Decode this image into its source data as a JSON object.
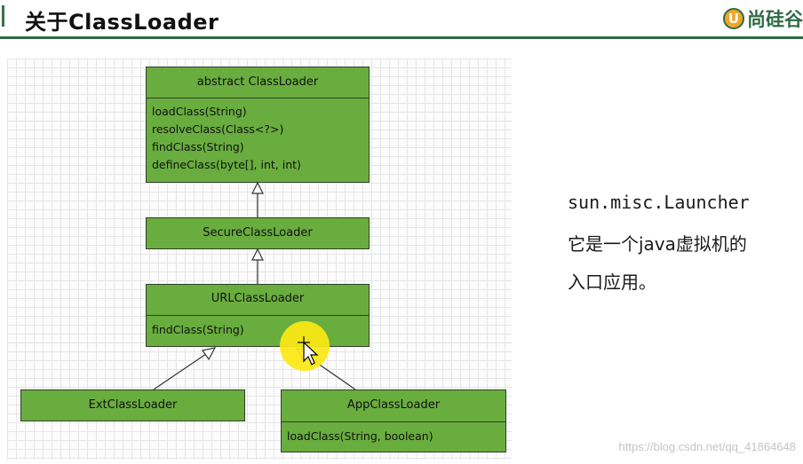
{
  "header": {
    "title": "关于ClassLoader",
    "logo_badge": "U",
    "logo_text": "尚硅谷"
  },
  "diagram": {
    "class_loader": {
      "name": "abstract ClassLoader",
      "methods": [
        "loadClass(String)",
        "resolveClass(Class<?>)",
        "findClass(String)",
        "defineClass(byte[], int, int)"
      ]
    },
    "secure_class_loader": {
      "name": "SecureClassLoader"
    },
    "url_class_loader": {
      "name": "URLClassLoader",
      "methods": [
        "findClass(String)"
      ]
    },
    "ext_class_loader": {
      "name": "ExtClassLoader"
    },
    "app_class_loader": {
      "name": "AppClassLoader",
      "methods": [
        "loadClass(String, boolean)"
      ]
    },
    "colors": {
      "box_fill": "#69ad3f",
      "box_border": "#2f3f28",
      "arrow": "#333333"
    }
  },
  "side_note": {
    "launcher": "sun.misc.Launcher",
    "line1": "它是一个java虚拟机的",
    "line2": "入口应用。"
  },
  "watermark": "https://blog.csdn.net/qq_41864648"
}
